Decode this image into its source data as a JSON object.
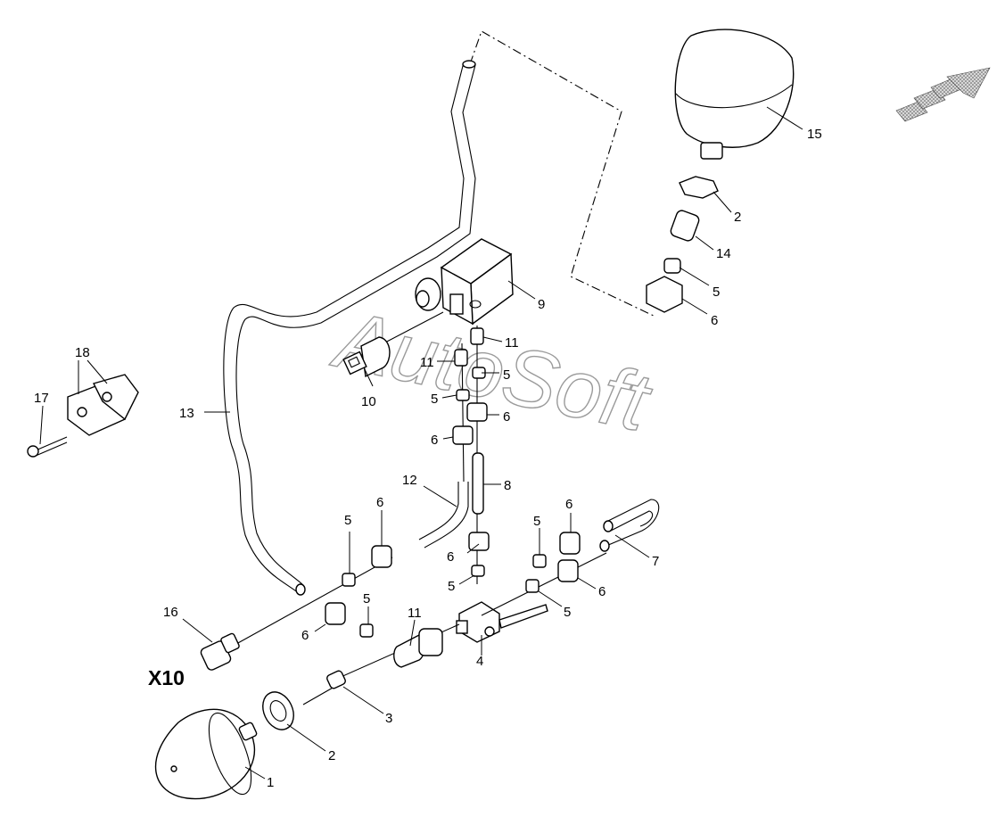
{
  "diagram": {
    "group_label": "X10",
    "watermark": "AutoSoft",
    "callouts": {
      "c1": "1",
      "c2a": "2",
      "c2b": "2",
      "c3": "3",
      "c4": "4",
      "c5a": "5",
      "c5b": "5",
      "c5c": "5",
      "c5d": "5",
      "c5e": "5",
      "c5f": "5",
      "c5g": "5",
      "c5h": "5",
      "c6a": "6",
      "c6b": "6",
      "c6c": "6",
      "c6d": "6",
      "c6e": "6",
      "c6f": "6",
      "c6g": "6",
      "c6h": "6",
      "c7": "7",
      "c8": "8",
      "c9": "9",
      "c10": "10",
      "c11a": "11",
      "c11b": "11",
      "c11c": "11",
      "c12": "12",
      "c13": "13",
      "c14": "14",
      "c15": "15",
      "c16": "16",
      "c17": "17",
      "c18": "18"
    },
    "colors": {
      "line": "#000000",
      "watermark": "#9a9a9a",
      "arrow_fill": "#bbbbbb"
    },
    "icons": {
      "direction": "direction-arrow-icon"
    }
  }
}
